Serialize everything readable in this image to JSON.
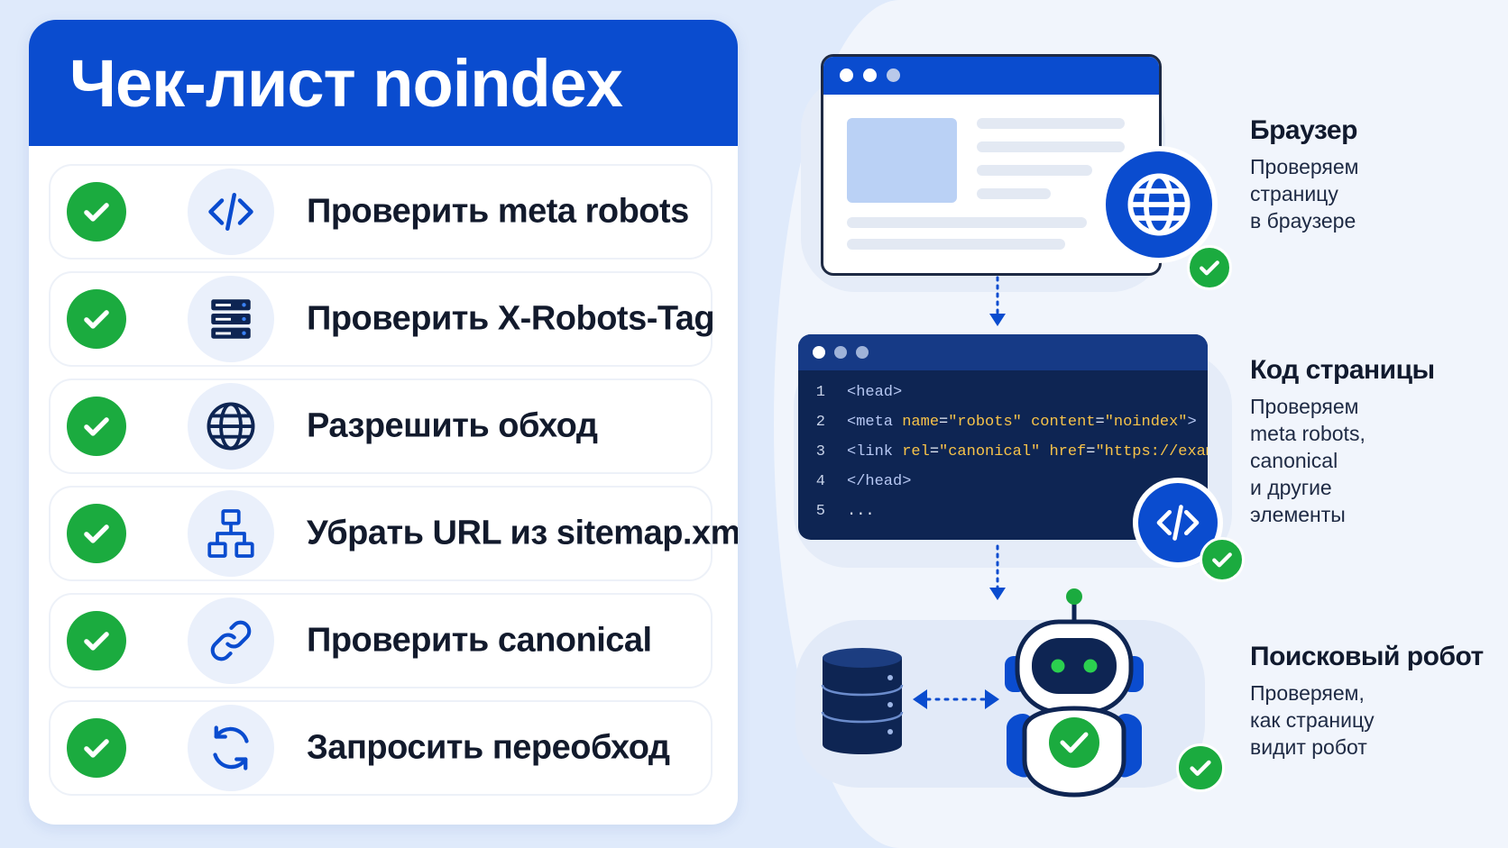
{
  "title": "Чек-лист noindex",
  "checklist": [
    {
      "label": "Проверить meta robots",
      "icon": "code-icon"
    },
    {
      "label": "Проверить X-Robots-Tag",
      "icon": "server-icon"
    },
    {
      "label": "Разрешить обход",
      "icon": "globe-icon"
    },
    {
      "label": "Убрать URL из sitemap.xml",
      "icon": "sitemap-icon"
    },
    {
      "label": "Проверить canonical",
      "icon": "link-icon"
    },
    {
      "label": "Запросить переобход",
      "icon": "refresh-icon"
    }
  ],
  "steps": {
    "browser": {
      "title": "Браузер",
      "desc": "Проверяем\nстраницу\nв браузере"
    },
    "code": {
      "title": "Код страницы",
      "desc": "Проверяем\nmeta robots,\ncanonical\nи другие\nэлементы"
    },
    "robot": {
      "title": "Поисковый робот",
      "desc": "Проверяем,\nкак страницу\nвидит робот"
    }
  },
  "code_lines": [
    {
      "n": "1",
      "text": "<head>"
    },
    {
      "n": "2",
      "text": " <meta name=\"robots\" content=\"noindex\">"
    },
    {
      "n": "3",
      "text": " <link rel=\"canonical\" href=\"https://example.com/\">"
    },
    {
      "n": "4",
      "text": "</head>"
    },
    {
      "n": "5",
      "text": "..."
    }
  ],
  "colors": {
    "accent": "#0a4ccf",
    "check": "#1bab3f",
    "code_bg": "#0e2553",
    "background": "#dfeafb"
  }
}
